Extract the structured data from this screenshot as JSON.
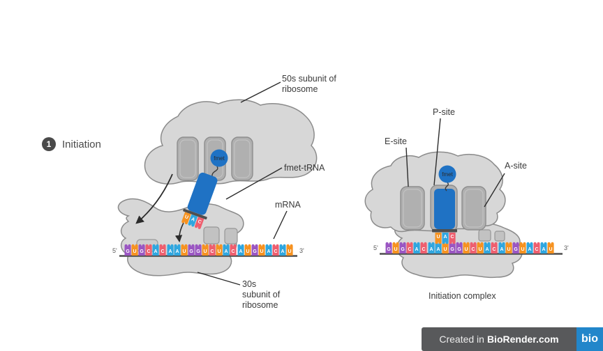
{
  "step": {
    "number": "1",
    "label": "Initiation"
  },
  "colors": {
    "G": "#9a55c2",
    "U": "#f69220",
    "C": "#ee5e6e",
    "A": "#2fa6df"
  },
  "mrna": {
    "sequence": "GUGCACAAUGGUCUACAUGUACAU",
    "five_prime": "5'",
    "three_prime": "3'"
  },
  "anticodon": "UAC",
  "left_panel": {
    "fmet_label": "fmet",
    "labels": {
      "subunit_50s": [
        "50s subunit of",
        "ribosome"
      ],
      "fmet_trna": "fmet-tRNA",
      "mrna": "mRNA",
      "subunit_30s": [
        "30s",
        "subunit of",
        "ribosome"
      ]
    }
  },
  "right_panel": {
    "fmet_label": "fmet",
    "labels": {
      "e_site": "E-site",
      "p_site": "P-site",
      "a_site": "A-site",
      "caption": "Initiation complex"
    }
  },
  "footer": {
    "created_in": "Created in",
    "brand": "BioRender.com",
    "logo": "bio"
  }
}
